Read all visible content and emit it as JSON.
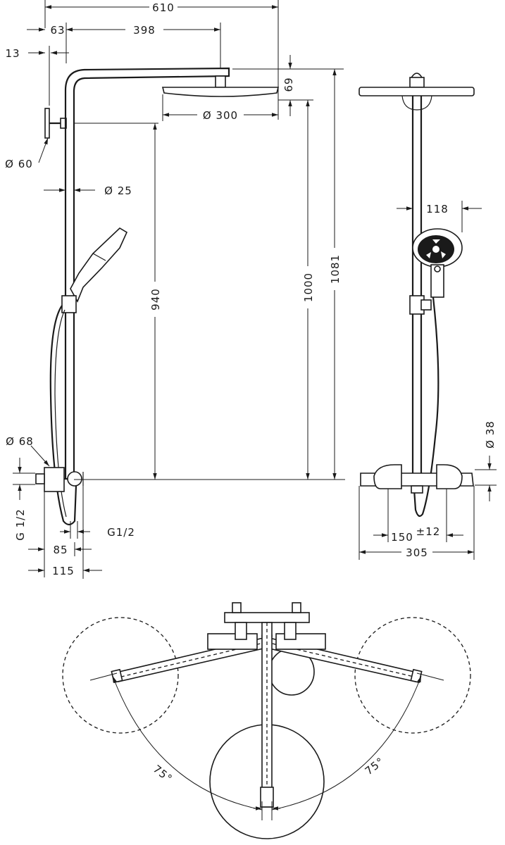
{
  "dimensions": {
    "total_width": "610",
    "wall_offset": "63",
    "arm_length": "398",
    "wall_gap": "13",
    "head_height": "69",
    "head_diameter": "Ø 300",
    "flange_diameter": "Ø 60",
    "pipe_diameter": "Ø 25",
    "height_940": "940",
    "height_1000": "1000",
    "height_1081": "1081",
    "handshower_width": "118",
    "inlet_diameter": "Ø 68",
    "inlet_thread": "G 1/2",
    "outlet_thread": "G1/2",
    "depth_85": "85",
    "depth_115": "115",
    "mixer_diameter": "Ø 38",
    "centers_value": "150",
    "centers_tolerance": "±12",
    "mixer_width": "305",
    "angle_left": "75°",
    "angle_right": "75°"
  }
}
